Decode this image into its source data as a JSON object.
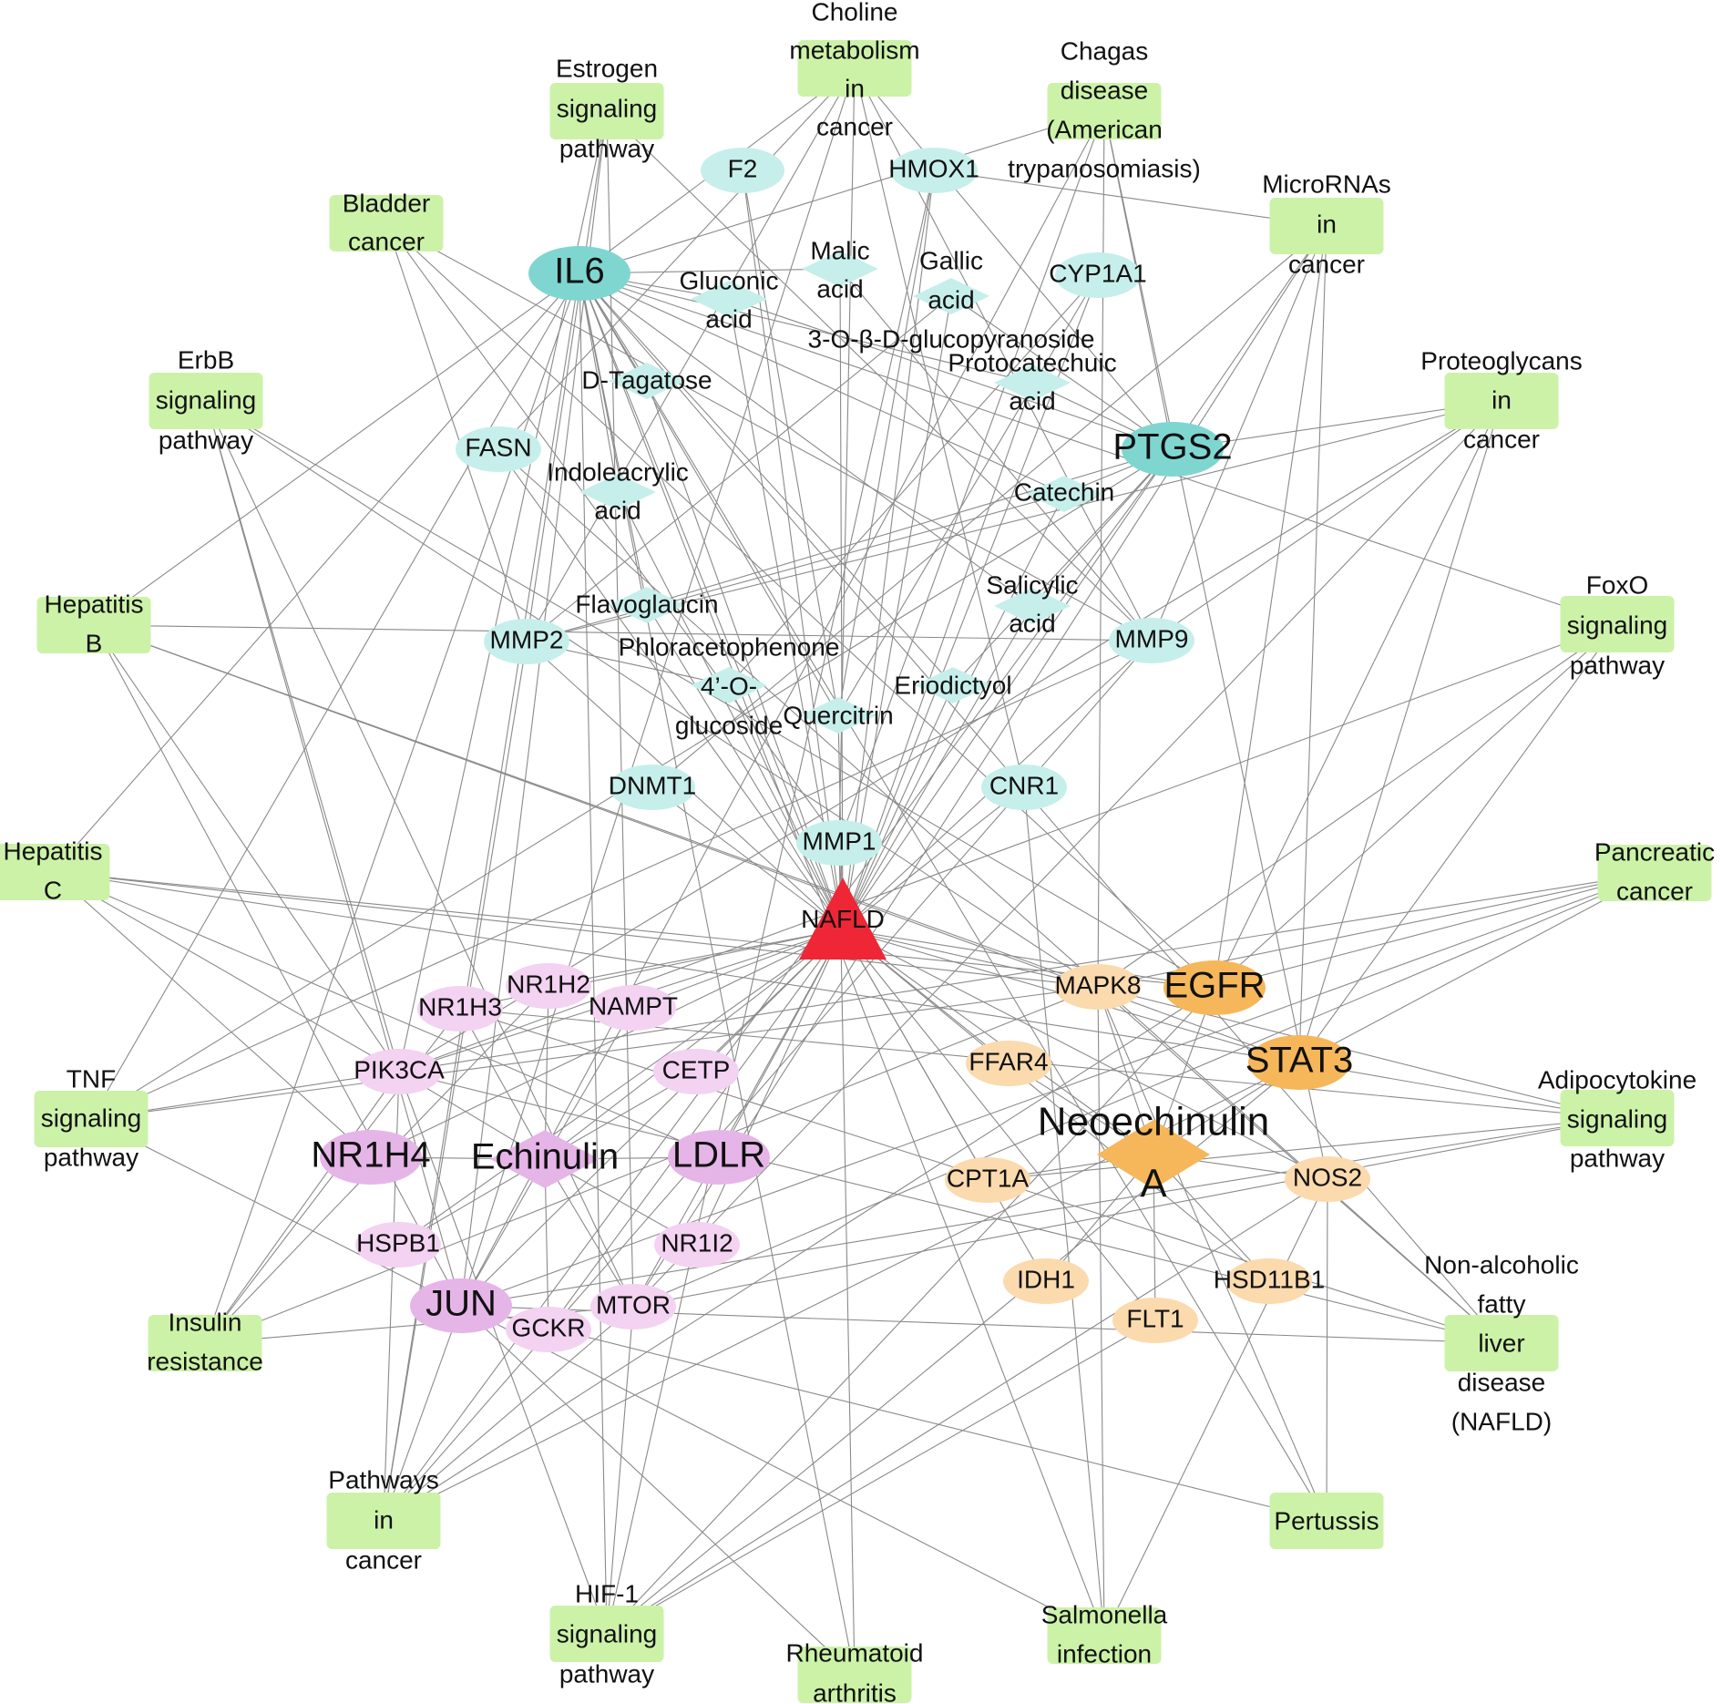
{
  "colors": {
    "pathway_fill": "#ccf2a8",
    "teal_node": "#c6efec",
    "teal_node_big": "#7fd6d1",
    "pink_node": "#f3d2f2",
    "pink_node_big": "#e6b5e8",
    "orange_node": "#fbdaae",
    "orange_node_big": "#f6b75a",
    "disease_red": "#ef2636",
    "edge": "#8a8a8a"
  },
  "disease": {
    "label": "NAFLD"
  },
  "pathways": [
    {
      "id": "choline",
      "lines": [
        "Choline",
        "metabolism",
        "in",
        "cancer"
      ]
    },
    {
      "id": "chagas",
      "lines": [
        "Chagas",
        "disease",
        "(American",
        "trypanosomiasis)"
      ]
    },
    {
      "id": "microrna",
      "lines": [
        "MicroRNAs",
        "in",
        "cancer"
      ]
    },
    {
      "id": "proteoglycans",
      "lines": [
        "Proteoglycans",
        "in",
        "cancer"
      ]
    },
    {
      "id": "foxo",
      "lines": [
        "FoxO",
        "signaling",
        "pathway"
      ]
    },
    {
      "id": "pancreatic",
      "lines": [
        "Pancreatic",
        "cancer"
      ]
    },
    {
      "id": "adipocytokine",
      "lines": [
        "Adipocytokine",
        "signaling",
        "pathway"
      ]
    },
    {
      "id": "nafld-path",
      "lines": [
        "Non-alcoholic",
        "fatty",
        "liver",
        "disease",
        "(NAFLD)"
      ]
    },
    {
      "id": "pertussis",
      "lines": [
        "Pertussis"
      ]
    },
    {
      "id": "salmonella",
      "lines": [
        "Salmonella",
        "infection"
      ]
    },
    {
      "id": "ra",
      "lines": [
        "Rheumatoid",
        "arthritis"
      ]
    },
    {
      "id": "hif1",
      "lines": [
        "HIF-1",
        "signaling",
        "pathway"
      ]
    },
    {
      "id": "pathways-cancer",
      "lines": [
        "Pathways",
        "in",
        "cancer"
      ]
    },
    {
      "id": "insulin",
      "lines": [
        "Insulin",
        "resistance"
      ]
    },
    {
      "id": "tnf",
      "lines": [
        "TNF",
        "signaling",
        "pathway"
      ]
    },
    {
      "id": "hepc",
      "lines": [
        "Hepatitis",
        "C"
      ]
    },
    {
      "id": "hepb",
      "lines": [
        "Hepatitis",
        "B"
      ]
    },
    {
      "id": "erbb",
      "lines": [
        "ErbB",
        "signaling",
        "pathway"
      ]
    },
    {
      "id": "bladder",
      "lines": [
        "Bladder",
        "cancer"
      ]
    },
    {
      "id": "estrogen",
      "lines": [
        "Estrogen",
        "signaling",
        "pathway"
      ]
    }
  ],
  "compounds": [
    {
      "id": "gluconic",
      "lines": [
        "Gluconic",
        "acid"
      ]
    },
    {
      "id": "malic",
      "lines": [
        "Malic",
        "acid"
      ]
    },
    {
      "id": "gallic",
      "lines": [
        "Gallic",
        "acid",
        "3-O-β-D-glucopyranoside"
      ]
    },
    {
      "id": "dtagatose",
      "lines": [
        "D-Tagatose"
      ]
    },
    {
      "id": "protocatechuic",
      "lines": [
        "Protocatechuic",
        "acid"
      ]
    },
    {
      "id": "indoleacrylic",
      "lines": [
        "Indoleacrylic",
        "acid"
      ]
    },
    {
      "id": "catechin",
      "lines": [
        "Catechin"
      ]
    },
    {
      "id": "flavoglaucin",
      "lines": [
        "Flavoglaucin"
      ]
    },
    {
      "id": "salicylic",
      "lines": [
        "Salicylic",
        "acid"
      ]
    },
    {
      "id": "phlor",
      "lines": [
        "Phloracetophenone",
        "4’-O-",
        "glucoside"
      ]
    },
    {
      "id": "eriodictyol",
      "lines": [
        "Eriodictyol"
      ]
    },
    {
      "id": "quercitrin",
      "lines": [
        "Quercitrin"
      ]
    },
    {
      "id": "echinulin",
      "lines": [
        "Echinulin"
      ]
    },
    {
      "id": "neoechinulin",
      "lines": [
        "Neoechinulin",
        "A"
      ]
    }
  ],
  "targets": [
    {
      "id": "F2",
      "label": "F2"
    },
    {
      "id": "HMOX1",
      "label": "HMOX1"
    },
    {
      "id": "IL6",
      "label": "IL6"
    },
    {
      "id": "CYP1A1",
      "label": "CYP1A1"
    },
    {
      "id": "FASN",
      "label": "FASN"
    },
    {
      "id": "PTGS2",
      "label": "PTGS2"
    },
    {
      "id": "MMP2",
      "label": "MMP2"
    },
    {
      "id": "MMP9",
      "label": "MMP9"
    },
    {
      "id": "DNMT1",
      "label": "DNMT1"
    },
    {
      "id": "CNR1",
      "label": "CNR1"
    },
    {
      "id": "MMP1",
      "label": "MMP1"
    },
    {
      "id": "NR1H2",
      "label": "NR1H2"
    },
    {
      "id": "NR1H3",
      "label": "NR1H3"
    },
    {
      "id": "NAMPT",
      "label": "NAMPT"
    },
    {
      "id": "PIK3CA",
      "label": "PIK3CA"
    },
    {
      "id": "CETP",
      "label": "CETP"
    },
    {
      "id": "NR1H4",
      "label": "NR1H4"
    },
    {
      "id": "LDLR",
      "label": "LDLR"
    },
    {
      "id": "HSPB1",
      "label": "HSPB1"
    },
    {
      "id": "NR1I2",
      "label": "NR1I2"
    },
    {
      "id": "JUN",
      "label": "JUN"
    },
    {
      "id": "GCKR",
      "label": "GCKR"
    },
    {
      "id": "MTOR",
      "label": "MTOR"
    },
    {
      "id": "MAPK8",
      "label": "MAPK8"
    },
    {
      "id": "EGFR",
      "label": "EGFR"
    },
    {
      "id": "FFAR4",
      "label": "FFAR4"
    },
    {
      "id": "STAT3",
      "label": "STAT3"
    },
    {
      "id": "CPT1A",
      "label": "CPT1A"
    },
    {
      "id": "NOS2",
      "label": "NOS2"
    },
    {
      "id": "IDH1",
      "label": "IDH1"
    },
    {
      "id": "HSD11B1",
      "label": "HSD11B1"
    },
    {
      "id": "FLT1",
      "label": "FLT1"
    }
  ],
  "edges": [
    [
      "choline",
      "IL6"
    ],
    [
      "choline",
      "PTGS2"
    ],
    [
      "choline",
      "MMP9"
    ],
    [
      "choline",
      "MMP2"
    ],
    [
      "choline",
      "FASN"
    ],
    [
      "choline",
      "JUN"
    ],
    [
      "choline",
      "CNR1"
    ],
    [
      "choline",
      "MMP1"
    ],
    [
      "chagas",
      "IL6"
    ],
    [
      "chagas",
      "PTGS2"
    ],
    [
      "chagas",
      "JUN"
    ],
    [
      "chagas",
      "NOS2"
    ],
    [
      "chagas",
      "MAPK8"
    ],
    [
      "chagas",
      "MMP1"
    ],
    [
      "microrna",
      "PTGS2"
    ],
    [
      "microrna",
      "DNMT1"
    ],
    [
      "microrna",
      "EGFR"
    ],
    [
      "microrna",
      "STAT3"
    ],
    [
      "microrna",
      "HMOX1"
    ],
    [
      "microrna",
      "MTOR"
    ],
    [
      "microrna",
      "MMP9"
    ],
    [
      "proteoglycans",
      "PTGS2"
    ],
    [
      "proteoglycans",
      "MMP2"
    ],
    [
      "proteoglycans",
      "MMP9"
    ],
    [
      "proteoglycans",
      "EGFR"
    ],
    [
      "proteoglycans",
      "STAT3"
    ],
    [
      "proteoglycans",
      "PIK3CA"
    ],
    [
      "proteoglycans",
      "MTOR"
    ],
    [
      "foxo",
      "IL6"
    ],
    [
      "foxo",
      "EGFR"
    ],
    [
      "foxo",
      "STAT3"
    ],
    [
      "foxo",
      "PIK3CA"
    ],
    [
      "foxo",
      "MAPK8"
    ],
    [
      "pancreatic",
      "EGFR"
    ],
    [
      "pancreatic",
      "STAT3"
    ],
    [
      "pancreatic",
      "PIK3CA"
    ],
    [
      "pancreatic",
      "MAPK8"
    ],
    [
      "pancreatic",
      "JUN"
    ],
    [
      "pancreatic",
      "MTOR"
    ],
    [
      "adipocytokine",
      "STAT3"
    ],
    [
      "adipocytokine",
      "MAPK8"
    ],
    [
      "adipocytokine",
      "CPT1A"
    ],
    [
      "adipocytokine",
      "NR1H3"
    ],
    [
      "adipocytokine",
      "JUN"
    ],
    [
      "adipocytokine",
      "MTOR"
    ],
    [
      "nafld-path",
      "IL6"
    ],
    [
      "nafld-path",
      "JUN"
    ],
    [
      "nafld-path",
      "MAPK8"
    ],
    [
      "nafld-path",
      "PIK3CA"
    ],
    [
      "nafld-path",
      "NR1H3"
    ],
    [
      "nafld-path",
      "FASN"
    ],
    [
      "pertussis",
      "IL6"
    ],
    [
      "pertussis",
      "JUN"
    ],
    [
      "pertussis",
      "NOS2"
    ],
    [
      "pertussis",
      "MAPK8"
    ],
    [
      "salmonella",
      "IL6"
    ],
    [
      "salmonella",
      "JUN"
    ],
    [
      "salmonella",
      "MAPK8"
    ],
    [
      "salmonella",
      "NOS2"
    ],
    [
      "salmonella",
      "CNR1"
    ],
    [
      "ra",
      "IL6"
    ],
    [
      "ra",
      "JUN"
    ],
    [
      "ra",
      "MMP1"
    ],
    [
      "hif1",
      "IL6"
    ],
    [
      "hif1",
      "EGFR"
    ],
    [
      "hif1",
      "STAT3"
    ],
    [
      "hif1",
      "HMOX1"
    ],
    [
      "hif1",
      "NOS2"
    ],
    [
      "hif1",
      "FLT1"
    ],
    [
      "hif1",
      "MTOR"
    ],
    [
      "hif1",
      "PIK3CA"
    ],
    [
      "pathways-cancer",
      "IL6"
    ],
    [
      "pathways-cancer",
      "PTGS2"
    ],
    [
      "pathways-cancer",
      "MMP2"
    ],
    [
      "pathways-cancer",
      "MMP9"
    ],
    [
      "pathways-cancer",
      "EGFR"
    ],
    [
      "pathways-cancer",
      "STAT3"
    ],
    [
      "pathways-cancer",
      "JUN"
    ],
    [
      "pathways-cancer",
      "MTOR"
    ],
    [
      "pathways-cancer",
      "PIK3CA"
    ],
    [
      "insulin",
      "IL6"
    ],
    [
      "insulin",
      "MAPK8"
    ],
    [
      "insulin",
      "PIK3CA"
    ],
    [
      "insulin",
      "MTOR"
    ],
    [
      "insulin",
      "NR1H3"
    ],
    [
      "insulin",
      "NR1H2"
    ],
    [
      "tnf",
      "IL6"
    ],
    [
      "tnf",
      "PTGS2"
    ],
    [
      "tnf",
      "MMP9"
    ],
    [
      "tnf",
      "MAPK8"
    ],
    [
      "tnf",
      "JUN"
    ],
    [
      "tnf",
      "PIK3CA"
    ],
    [
      "hepc",
      "IL6"
    ],
    [
      "hepc",
      "EGFR"
    ],
    [
      "hepc",
      "STAT3"
    ],
    [
      "hepc",
      "MAPK8"
    ],
    [
      "hepc",
      "PIK3CA"
    ],
    [
      "hepc",
      "NR1H4"
    ],
    [
      "hepc",
      "LDLR"
    ],
    [
      "hepb",
      "IL6"
    ],
    [
      "hepb",
      "MMP9"
    ],
    [
      "hepb",
      "STAT3"
    ],
    [
      "hepb",
      "MAPK8"
    ],
    [
      "hepb",
      "PIK3CA"
    ],
    [
      "hepb",
      "JUN"
    ],
    [
      "erbb",
      "EGFR"
    ],
    [
      "erbb",
      "MTOR"
    ],
    [
      "erbb",
      "PIK3CA"
    ],
    [
      "erbb",
      "MAPK8"
    ],
    [
      "erbb",
      "JUN"
    ],
    [
      "bladder",
      "MMP2"
    ],
    [
      "bladder",
      "MMP9"
    ],
    [
      "bladder",
      "EGFR"
    ],
    [
      "bladder",
      "MMP1"
    ],
    [
      "estrogen",
      "MMP2"
    ],
    [
      "estrogen",
      "MMP9"
    ],
    [
      "estrogen",
      "JUN"
    ],
    [
      "estrogen",
      "PIK3CA"
    ],
    [
      "estrogen",
      "MTOR"
    ],
    [
      "gluconic",
      "IL6"
    ],
    [
      "gluconic",
      "PTGS2"
    ],
    [
      "gluconic",
      "NAFLD"
    ],
    [
      "malic",
      "IL6"
    ],
    [
      "malic",
      "NAFLD"
    ],
    [
      "malic",
      "MMP9"
    ],
    [
      "gallic",
      "PTGS2"
    ],
    [
      "gallic",
      "NAFLD"
    ],
    [
      "gallic",
      "MMP2"
    ],
    [
      "dtagatose",
      "IL6"
    ],
    [
      "dtagatose",
      "NAFLD"
    ],
    [
      "protocatechuic",
      "PTGS2"
    ],
    [
      "protocatechuic",
      "NAFLD"
    ],
    [
      "protocatechuic",
      "IL6"
    ],
    [
      "indoleacrylic",
      "IL6"
    ],
    [
      "indoleacrylic",
      "NAFLD"
    ],
    [
      "catechin",
      "PTGS2"
    ],
    [
      "catechin",
      "NAFLD"
    ],
    [
      "catechin",
      "MMP2"
    ],
    [
      "catechin",
      "IL6"
    ],
    [
      "flavoglaucin",
      "NAFLD"
    ],
    [
      "flavoglaucin",
      "PTGS2"
    ],
    [
      "flavoglaucin",
      "IL6"
    ],
    [
      "salicylic",
      "NAFLD"
    ],
    [
      "salicylic",
      "PTGS2"
    ],
    [
      "salicylic",
      "IL6"
    ],
    [
      "phlor",
      "NAFLD"
    ],
    [
      "phlor",
      "MMP2"
    ],
    [
      "phlor",
      "CYP1A1"
    ],
    [
      "eriodictyol",
      "NAFLD"
    ],
    [
      "eriodictyol",
      "IL6"
    ],
    [
      "eriodictyol",
      "PTGS2"
    ],
    [
      "quercitrin",
      "NAFLD"
    ],
    [
      "quercitrin",
      "HMOX1"
    ],
    [
      "quercitrin",
      "CYP1A1"
    ],
    [
      "quercitrin",
      "F2"
    ],
    [
      "quercitrin",
      "IL6"
    ],
    [
      "echinulin",
      "NAFLD"
    ],
    [
      "echinulin",
      "NR1H2"
    ],
    [
      "echinulin",
      "NR1H3"
    ],
    [
      "echinulin",
      "NAMPT"
    ],
    [
      "echinulin",
      "PIK3CA"
    ],
    [
      "echinulin",
      "CETP"
    ],
    [
      "echinulin",
      "NR1H4"
    ],
    [
      "echinulin",
      "LDLR"
    ],
    [
      "echinulin",
      "HSPB1"
    ],
    [
      "echinulin",
      "NR1I2"
    ],
    [
      "echinulin",
      "JUN"
    ],
    [
      "echinulin",
      "GCKR"
    ],
    [
      "echinulin",
      "MTOR"
    ],
    [
      "neoechinulin",
      "NAFLD"
    ],
    [
      "neoechinulin",
      "MAPK8"
    ],
    [
      "neoechinulin",
      "EGFR"
    ],
    [
      "neoechinulin",
      "FFAR4"
    ],
    [
      "neoechinulin",
      "STAT3"
    ],
    [
      "neoechinulin",
      "CPT1A"
    ],
    [
      "neoechinulin",
      "NOS2"
    ],
    [
      "neoechinulin",
      "IDH1"
    ],
    [
      "neoechinulin",
      "HSD11B1"
    ],
    [
      "neoechinulin",
      "FLT1"
    ],
    [
      "NAFLD",
      "MMP1"
    ],
    [
      "NAFLD",
      "DNMT1"
    ],
    [
      "NAFLD",
      "CNR1"
    ],
    [
      "NAFLD",
      "MMP2"
    ],
    [
      "NAFLD",
      "MMP9"
    ],
    [
      "NAFLD",
      "FASN"
    ],
    [
      "NAFLD",
      "IL6"
    ],
    [
      "NAFLD",
      "PTGS2"
    ],
    [
      "NAFLD",
      "HMOX1"
    ],
    [
      "NAFLD",
      "CYP1A1"
    ],
    [
      "NAFLD",
      "F2"
    ],
    [
      "NAFLD",
      "NR1H2"
    ],
    [
      "NAFLD",
      "NR1H3"
    ],
    [
      "NAFLD",
      "NAMPT"
    ],
    [
      "NAFLD",
      "PIK3CA"
    ],
    [
      "NAFLD",
      "CETP"
    ],
    [
      "NAFLD",
      "NR1H4"
    ],
    [
      "NAFLD",
      "LDLR"
    ],
    [
      "NAFLD",
      "JUN"
    ],
    [
      "NAFLD",
      "GCKR"
    ],
    [
      "NAFLD",
      "MTOR"
    ],
    [
      "NAFLD",
      "HSPB1"
    ],
    [
      "NAFLD",
      "NR1I2"
    ],
    [
      "NAFLD",
      "MAPK8"
    ],
    [
      "NAFLD",
      "EGFR"
    ],
    [
      "NAFLD",
      "STAT3"
    ],
    [
      "NAFLD",
      "FFAR4"
    ],
    [
      "NAFLD",
      "CPT1A"
    ],
    [
      "NAFLD",
      "NOS2"
    ],
    [
      "NAFLD",
      "IDH1"
    ],
    [
      "NAFLD",
      "HSD11B1"
    ],
    [
      "NAFLD",
      "FLT1"
    ]
  ]
}
